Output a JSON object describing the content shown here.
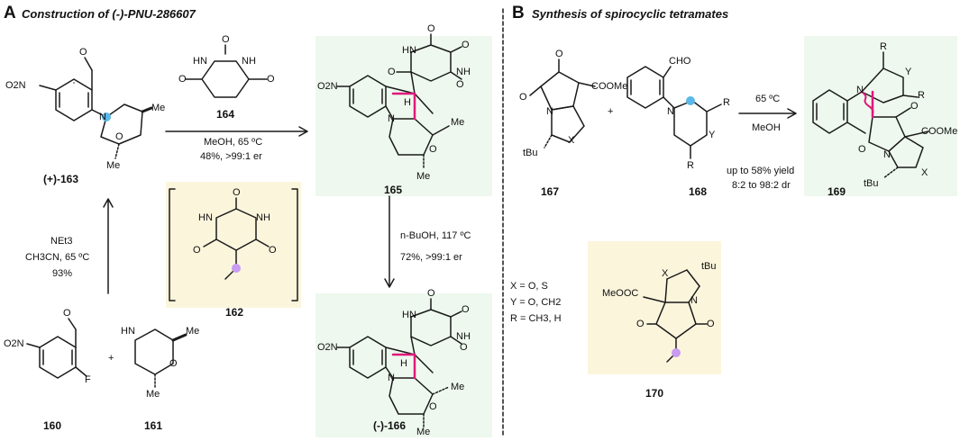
{
  "panel_a": {
    "letter": "A",
    "title": "Construction of (-)-PNU-286607",
    "compounds": {
      "c163": "(+)-163",
      "c164": "164",
      "c165": "165",
      "c162": "162",
      "c166": "(-)-166",
      "c160": "160",
      "c161": "161"
    },
    "conditions": {
      "step1_line1": "MeOH, 65 ºC",
      "step1_line2": "48%, >99:1 er",
      "step2_line1": "n-BuOH, 117 ºC",
      "step2_line2": "72%, >99:1 er",
      "step3_line1": "NEt3",
      "step3_line2": "CH3CN, 65 ºC",
      "step3_line3": "93%"
    }
  },
  "panel_b": {
    "letter": "B",
    "title": "Synthesis of spirocyclic tetramates",
    "compounds": {
      "c167": "167",
      "c168": "168",
      "c169": "169",
      "c170": "170"
    },
    "conditions": {
      "line1": "65 ºC",
      "line2": "MeOH"
    },
    "yield_line1": "up to 58% yield",
    "yield_line2": "8:2 to 98:2 dr",
    "legend": {
      "x": "X = O, S",
      "y": "Y = O, CH2",
      "r": "R = CH3, H"
    }
  },
  "atoms": {
    "o": "O",
    "nh": "NH",
    "hn": "HN",
    "n": "N",
    "f": "F",
    "h": "H",
    "x": "X",
    "y": "Y",
    "r": "R",
    "me": "Me",
    "no2": "O2N",
    "cooMe": "COOMe",
    "meooc": "MeOOC",
    "tbu": "tBu",
    "cho": "CHO",
    "plus": "+"
  },
  "colors": {
    "bond": "#1a1a1a",
    "new_bond": "#e0197a",
    "blue_dot": "#5bb8e8",
    "purple_dot": "#c89cf0",
    "green_bg": "#eef8ee",
    "yellow_bg": "#fbf5dc"
  }
}
